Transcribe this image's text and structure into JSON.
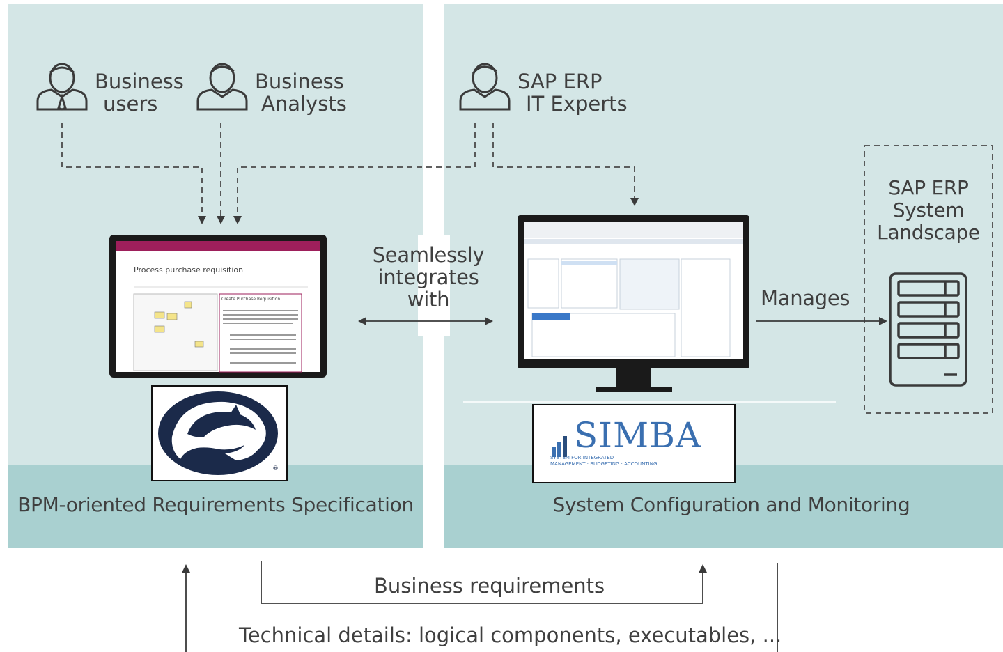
{
  "roles": {
    "business_users": [
      "Business",
      "users"
    ],
    "business_analysts": [
      "Business",
      "Analysts"
    ],
    "sap_it_experts": [
      "SAP ERP",
      "IT Experts"
    ]
  },
  "left_panel": {
    "title": "BPM-oriented Requirements Specification",
    "screen_title": "Process purchase requisition",
    "screen_side_title": "Create Purchase Requisition"
  },
  "center_link": [
    "Seamlessly",
    "integrates",
    "with"
  ],
  "right_panel": {
    "title": "System Configuration and Monitoring",
    "manages_label": "Manages"
  },
  "landscape": [
    "SAP ERP",
    "System",
    "Landscape"
  ],
  "simba": {
    "name": "SIMBA",
    "line1": "SYSTEM FOR INTEGRATED",
    "line2": "MANAGEMENT · BUDGETING · ACCOUNTING"
  },
  "bottom": {
    "business_requirements": "Business requirements",
    "technical_details": "Technical details: logical components, executables, ..."
  },
  "colors": {
    "panel": "#d4e6e6",
    "band": "#a9d0d0",
    "pennstate_navy": "#1b2a4a",
    "simba_blue": "#3a6fb0"
  }
}
